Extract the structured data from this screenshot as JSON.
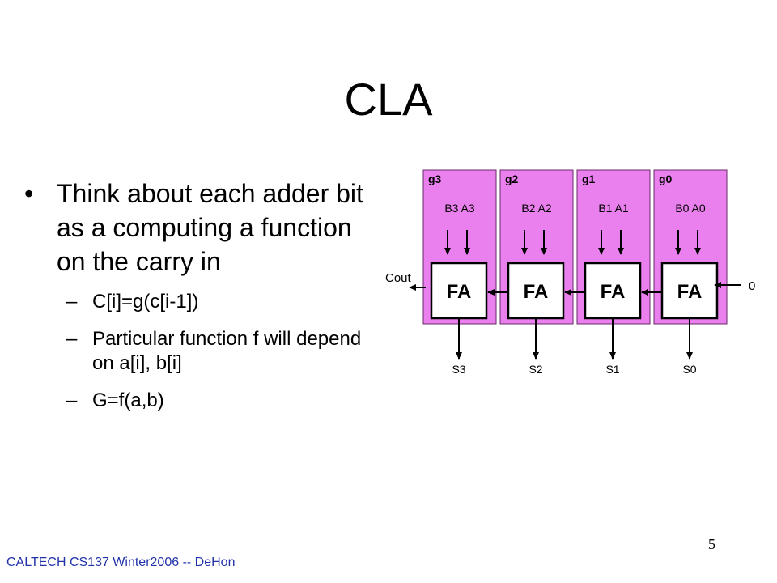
{
  "slide": {
    "title": "CLA",
    "bullet": "Think about each adder bit as a computing a function on the carry in",
    "sub_bullets": [
      "C[i]=g(c[i-1])",
      "Particular function f will depend on a[i], b[i]",
      "G=f(a,b)"
    ],
    "page_number": "5",
    "footer": "CALTECH CS137 Winter2006 -- DeHon"
  },
  "diagram": {
    "cells": [
      {
        "label": "g3",
        "inputs": "B3  A3",
        "block": "FA",
        "output": "S3"
      },
      {
        "label": "g2",
        "inputs": "B2  A2",
        "block": "FA",
        "output": "S2"
      },
      {
        "label": "g1",
        "inputs": "B1  A1",
        "block": "FA",
        "output": "S1"
      },
      {
        "label": "g0",
        "inputs": "B0  A0",
        "block": "FA",
        "output": "S0"
      }
    ],
    "carry_out_label": "Cout",
    "carry_in_label": "0",
    "colors": {
      "cell_fill": "#ea80ee",
      "cell_border": "#6a2a6a",
      "block_fill": "#ffffff",
      "line": "#000000"
    }
  }
}
